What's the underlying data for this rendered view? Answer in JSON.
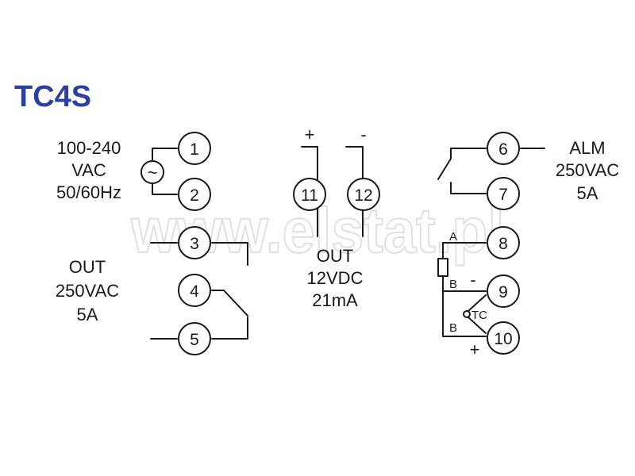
{
  "title": "TC4S",
  "colors": {
    "title": "#2b3fa6",
    "line": "#1a1a1a",
    "watermark": "#e0e0e0"
  },
  "watermark": "www.elstat.pl",
  "terminals": [
    "1",
    "2",
    "3",
    "4",
    "5",
    "6",
    "7",
    "8",
    "9",
    "10",
    "11",
    "12"
  ],
  "power": {
    "line1": "100-240",
    "line2": "VAC",
    "line3": "50/60Hz",
    "symbol": "~"
  },
  "relay_out": {
    "line1": "OUT",
    "line2": "250VAC",
    "line3": "5A"
  },
  "ssr_out": {
    "plus": "+",
    "minus": "-",
    "line1": "OUT",
    "line2": "12VDC",
    "line3": "21mA"
  },
  "alarm": {
    "line1": "ALM",
    "line2": "250VAC",
    "line3": "5A"
  },
  "sensor": {
    "a": "A",
    "b1": "B",
    "b2": "B",
    "tc": "TC",
    "minus": "-",
    "plus": "+"
  }
}
